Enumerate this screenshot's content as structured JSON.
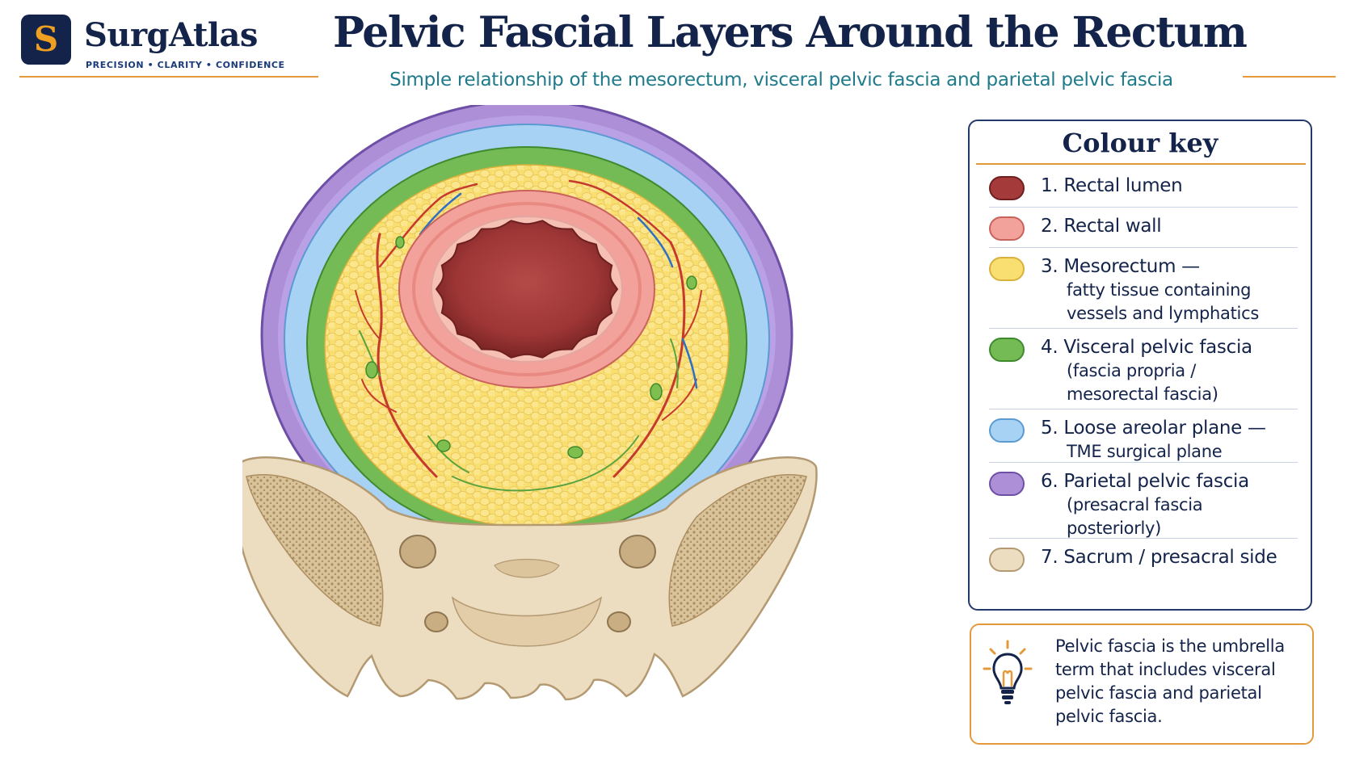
{
  "logo": {
    "letter": "S",
    "name": "SurgAtlas",
    "tagline": "PRECISION • CLARITY • CONFIDENCE"
  },
  "header": {
    "title": "Pelvic Fascial Layers Around the Rectum",
    "subtitle": "Simple relationship of the mesorectum, visceral pelvic fascia and parietal pelvic fascia"
  },
  "colors": {
    "navy": "#13234a",
    "accent_orange": "#e49a3a",
    "rectal_lumen": "#a43a3a",
    "rectal_wall": "#f2a29a",
    "mesorectum": "#f9de72",
    "visceral_fascia": "#74bb55",
    "loose_areolar": "#a8d2f4",
    "parietal_fascia": "#ad8fd8",
    "sacrum": "#ecdcc0"
  },
  "key": {
    "title": "Colour key",
    "items": [
      {
        "number": "1.",
        "label": "Rectal lumen",
        "lines": [],
        "fill": "#a43a3a",
        "stroke": "#6e1f1f"
      },
      {
        "number": "2.",
        "label": "Rectal wall",
        "lines": [],
        "fill": "#f2a29a",
        "stroke": "#c8625c"
      },
      {
        "number": "3.",
        "label": "Mesorectum —",
        "lines": [
          "fatty tissue containing",
          "vessels and lymphatics"
        ],
        "fill": "#f9de72",
        "stroke": "#d9b13a"
      },
      {
        "number": "4.",
        "label": "Visceral pelvic fascia",
        "lines": [
          "(fascia propria /",
          "mesorectal fascia)"
        ],
        "fill": "#74bb55",
        "stroke": "#3f8a2d"
      },
      {
        "number": "5.",
        "label": "Loose areolar plane —",
        "lines": [
          "TME surgical plane"
        ],
        "fill": "#a8d2f4",
        "stroke": "#5c9ad2"
      },
      {
        "number": "6.",
        "label": "Parietal pelvic fascia",
        "lines": [
          "(presacral fascia",
          "posteriorly)"
        ],
        "fill": "#ad8fd8",
        "stroke": "#6e4fa6"
      },
      {
        "number": "7.",
        "label": "Sacrum / presacral side",
        "lines": [],
        "fill": "#ecdcc0",
        "stroke": "#b49a72"
      }
    ]
  },
  "note": {
    "icon": "lightbulb-icon",
    "text": "Pelvic fascia is the umbrella term that includes visceral pelvic fascia and parietal pelvic fascia."
  }
}
